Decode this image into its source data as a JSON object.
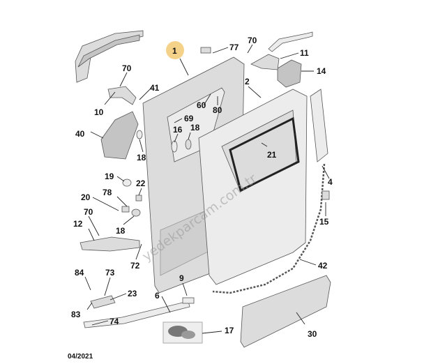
{
  "diagram": {
    "callouts": {
      "c1": "1",
      "c2": "2",
      "c4": "4",
      "c6": "6",
      "c9": "9",
      "c10": "10",
      "c11": "11",
      "c12": "12",
      "c14": "14",
      "c15": "15",
      "c16": "16",
      "c17": "17",
      "c18a": "18",
      "c18b": "18",
      "c18c": "18",
      "c19": "19",
      "c20": "20",
      "c21": "21",
      "c22": "22",
      "c23": "23",
      "c30": "30",
      "c40": "40",
      "c41": "41",
      "c42": "42",
      "c60": "60",
      "c69": "69",
      "c70a": "70",
      "c70b": "70",
      "c70c": "70",
      "c72": "72",
      "c73": "73",
      "c74": "74",
      "c77": "77",
      "c78": "78",
      "c80": "80",
      "c83": "83",
      "c84": "84"
    },
    "watermark": "yedekparcam.com.tr",
    "date_code": "04/2021",
    "colors": {
      "highlight": "#f5d28a",
      "part_fill": "#dcdcdc",
      "outline": "#555555"
    }
  }
}
